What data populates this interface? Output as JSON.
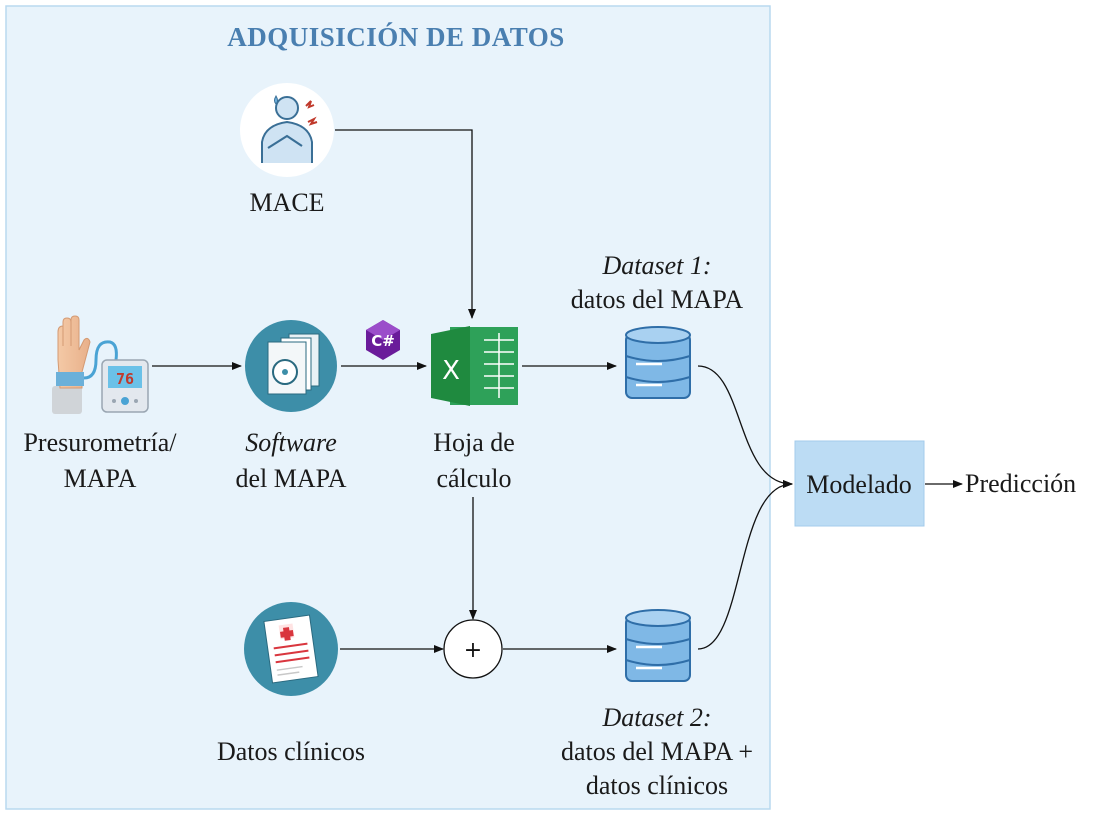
{
  "title": "ADQUISICIÓN DE DATOS",
  "nodes": {
    "mace": {
      "label": "MACE"
    },
    "presurometria": {
      "line1": "Presurometría/",
      "line2": "MAPA"
    },
    "software": {
      "line1": "Software",
      "line2": "del MAPA"
    },
    "hoja": {
      "line1": "Hoja de",
      "line2": "cálculo"
    },
    "datos_clinicos": {
      "label": "Datos clínicos"
    },
    "plus": {
      "symbol": "+"
    },
    "dataset1": {
      "name": "Dataset 1:",
      "desc": "datos del MAPA"
    },
    "dataset2": {
      "name": "Dataset 2:",
      "desc1": "datos del MAPA +",
      "desc2": "datos clínicos"
    },
    "modelado": {
      "label": "Modelado"
    },
    "prediccion": {
      "label": "Predicción"
    },
    "csharp": {
      "label": "C#"
    },
    "excel": {
      "label": "X"
    },
    "monitor": {
      "reading": "76"
    }
  },
  "colors": {
    "panel_fill": "#e8f3fb",
    "panel_stroke": "#b9d9ef",
    "title": "#4a7fb0",
    "circle_teal": "#3d8ea8",
    "modelado_fill": "#bcdcf4",
    "db_fill": "#7fb8e6",
    "db_dark": "#2f6ea8",
    "excel_green": "#1f8a3f",
    "csharp_purple": "#6a1b9a"
  },
  "icons": {
    "mace": "person-chest-pain-icon",
    "presurometria": "blood-pressure-monitor-icon",
    "software": "software-cd-icon",
    "csharp": "csharp-logo-icon",
    "hoja": "excel-spreadsheet-icon",
    "datos_clinicos": "medical-report-icon",
    "dataset": "database-icon"
  }
}
